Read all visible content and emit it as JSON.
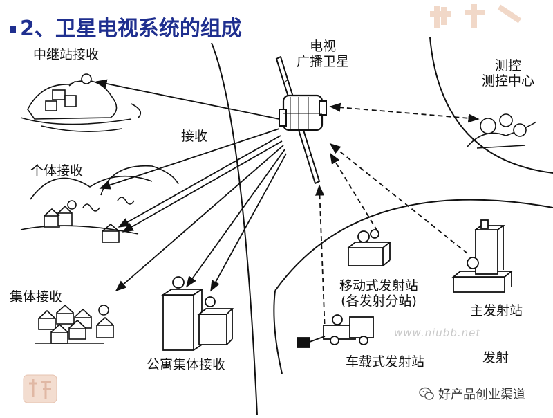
{
  "title": "2、卫星电视系统的组成",
  "labels": {
    "satellite": [
      "电视",
      "广播卫星"
    ],
    "relay": "中继站接收",
    "receive": "接收",
    "individual": "个体接收",
    "collective": "集体接收",
    "apartment": "公寓集体接收",
    "mobile_station": [
      "移动式发射站",
      "(各发射分站)"
    ],
    "vehicle_station": "车载式发射站",
    "transmit": "发射",
    "main_station": "主发射站",
    "control_header": "测控",
    "control_center": "测控中心"
  },
  "watermark": "www.niubb.net",
  "wechat_account": "好产品创业渠道",
  "colors": {
    "title": "#1f2f8f",
    "line": "#111111",
    "watermark": "#c9c9c9"
  }
}
